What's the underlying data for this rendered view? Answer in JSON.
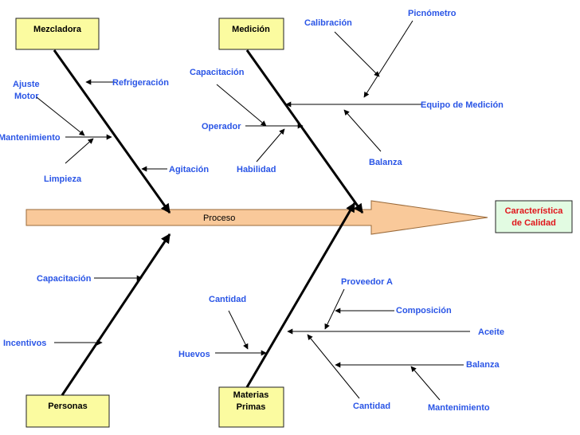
{
  "colors": {
    "category_box_fill": "#fbfba0",
    "effect_box_fill": "#e2fbe2",
    "spine_fill": "#f9c99a",
    "cause_text": "#2a55e6",
    "effect_text": "#e0151b",
    "line": "#000000"
  },
  "spine": {
    "label": "Proceso"
  },
  "effect": {
    "line1": "Característica",
    "line2": "de Calidad"
  },
  "categories": {
    "mezcladora": "Mezcladora",
    "medicion": "Medición",
    "personas": "Personas",
    "materias_primas_line1": "Materias",
    "materias_primas_line2": "Primas"
  },
  "causes": {
    "refrigeracion": "Refrigeración",
    "ajuste": "Ajuste",
    "motor": "Motor",
    "mantenimiento_mezcladora": "Mantenimiento",
    "limpieza": "Limpieza",
    "agitacion": "Agitación",
    "calibracion": "Calibración",
    "picnometro": "Picnómetro",
    "capacitacion_medicion": "Capacitación",
    "equipo_medicion": "Equipo de Medición",
    "operador": "Operador",
    "habilidad": "Habilidad",
    "balanza_medicion": "Balanza",
    "capacitacion_personas": "Capacitación",
    "incentivos": "Incentivos",
    "cantidad_huevos": "Cantidad",
    "huevos": "Huevos",
    "proveedor_a": "Proveedor A",
    "composicion": "Composición",
    "aceite": "Aceite",
    "balanza_materias": "Balanza",
    "cantidad_materias": "Cantidad",
    "mantenimiento_materias": "Mantenimiento"
  }
}
